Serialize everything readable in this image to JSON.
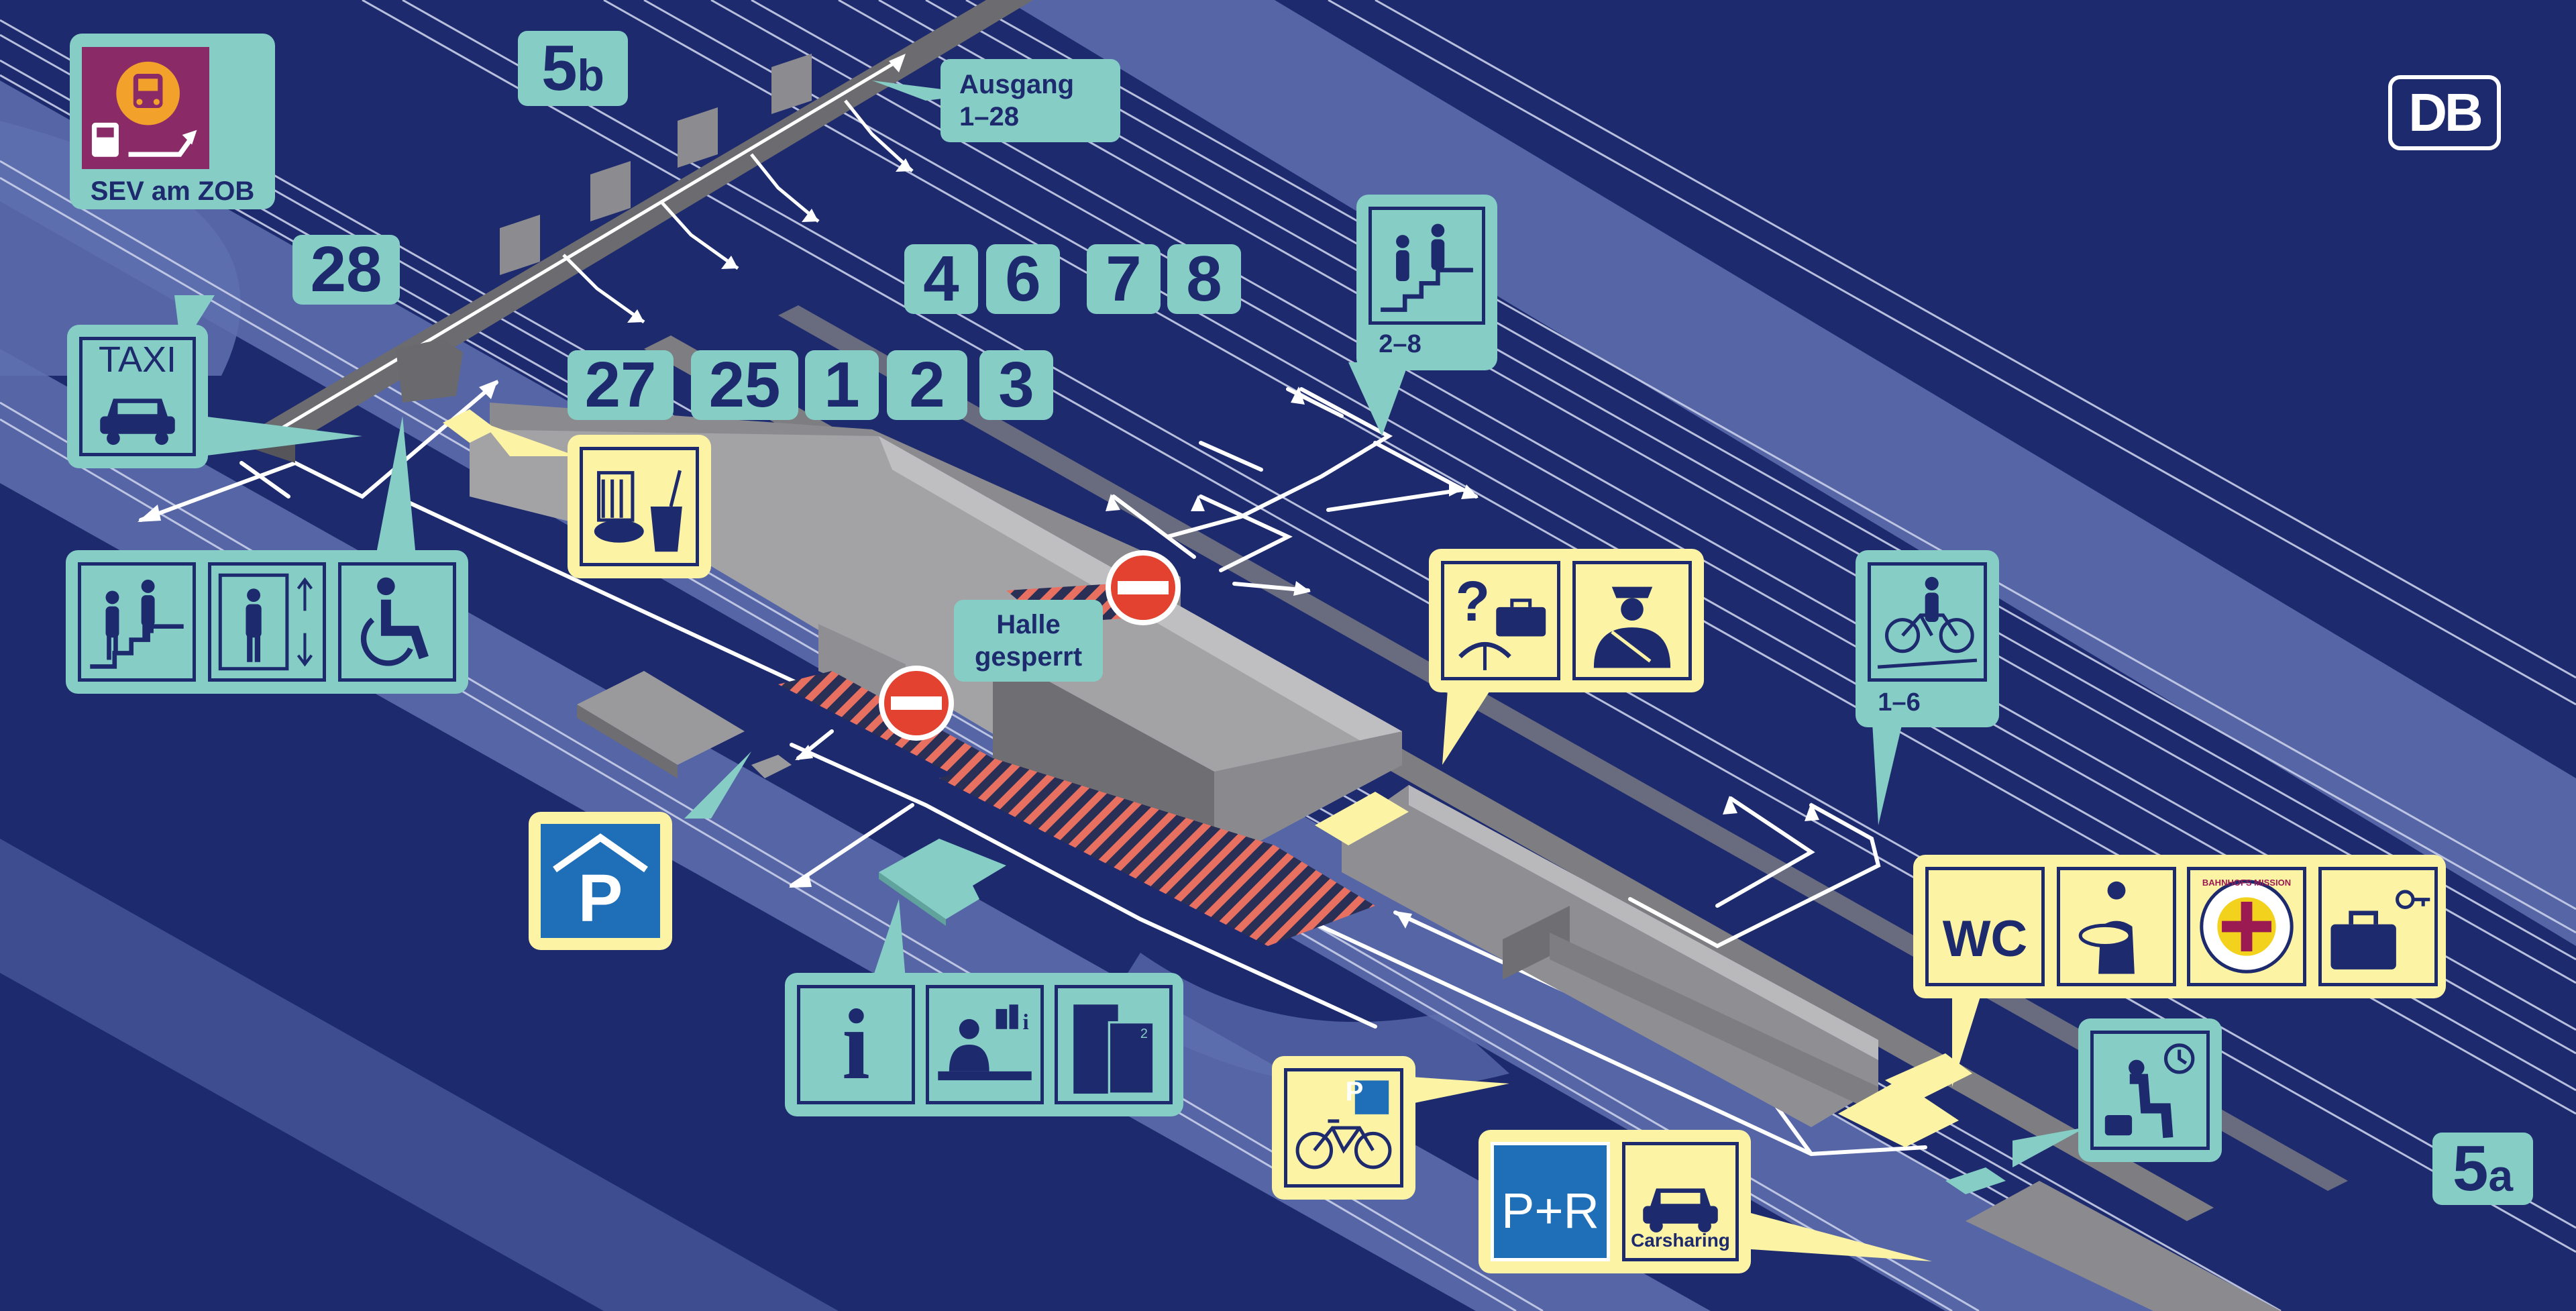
{
  "brand": {
    "logo_text": "DB"
  },
  "platform_numbers": {
    "p5b": "5",
    "p5b_suffix": "b",
    "p5a": "5",
    "p5a_suffix": "a",
    "p28": "28",
    "p27": "27",
    "p25": "25",
    "p1": "1",
    "p2": "2",
    "p3": "3",
    "p4": "4",
    "p6": "6",
    "p7": "7",
    "p8": "8"
  },
  "exit": {
    "line1": "Ausgang",
    "line2": "1–28"
  },
  "sev": {
    "label": "SEV am ZOB"
  },
  "taxi": {
    "label": "TAXI"
  },
  "stairs_2_8": {
    "label": "2–8"
  },
  "bike_1_6": {
    "label": "1–6"
  },
  "hall": {
    "line1": "Halle",
    "line2": "gesperrt"
  },
  "services": {
    "wc_label": "WC",
    "mission_text": "BAHNHOFS MISSION"
  },
  "park_ride": {
    "label": "P+R",
    "carsharing": "Carsharing"
  },
  "bike_parking": {
    "p_label": "P"
  },
  "parking_garage": {
    "p_label": "P"
  },
  "info": {
    "i_label": "i"
  },
  "colors": {
    "background": "#1d2a6e",
    "track_band": "#5f70b0",
    "teal": "#86cdc6",
    "yellow": "#fcf3a5",
    "building": "#9a9a9a",
    "closed_hatch": "#e87060",
    "no_entry": "#e2422f",
    "parking_blue": "#1f6fb8",
    "sev_purple": "#8a2b67",
    "sev_orange": "#f2a12a"
  }
}
